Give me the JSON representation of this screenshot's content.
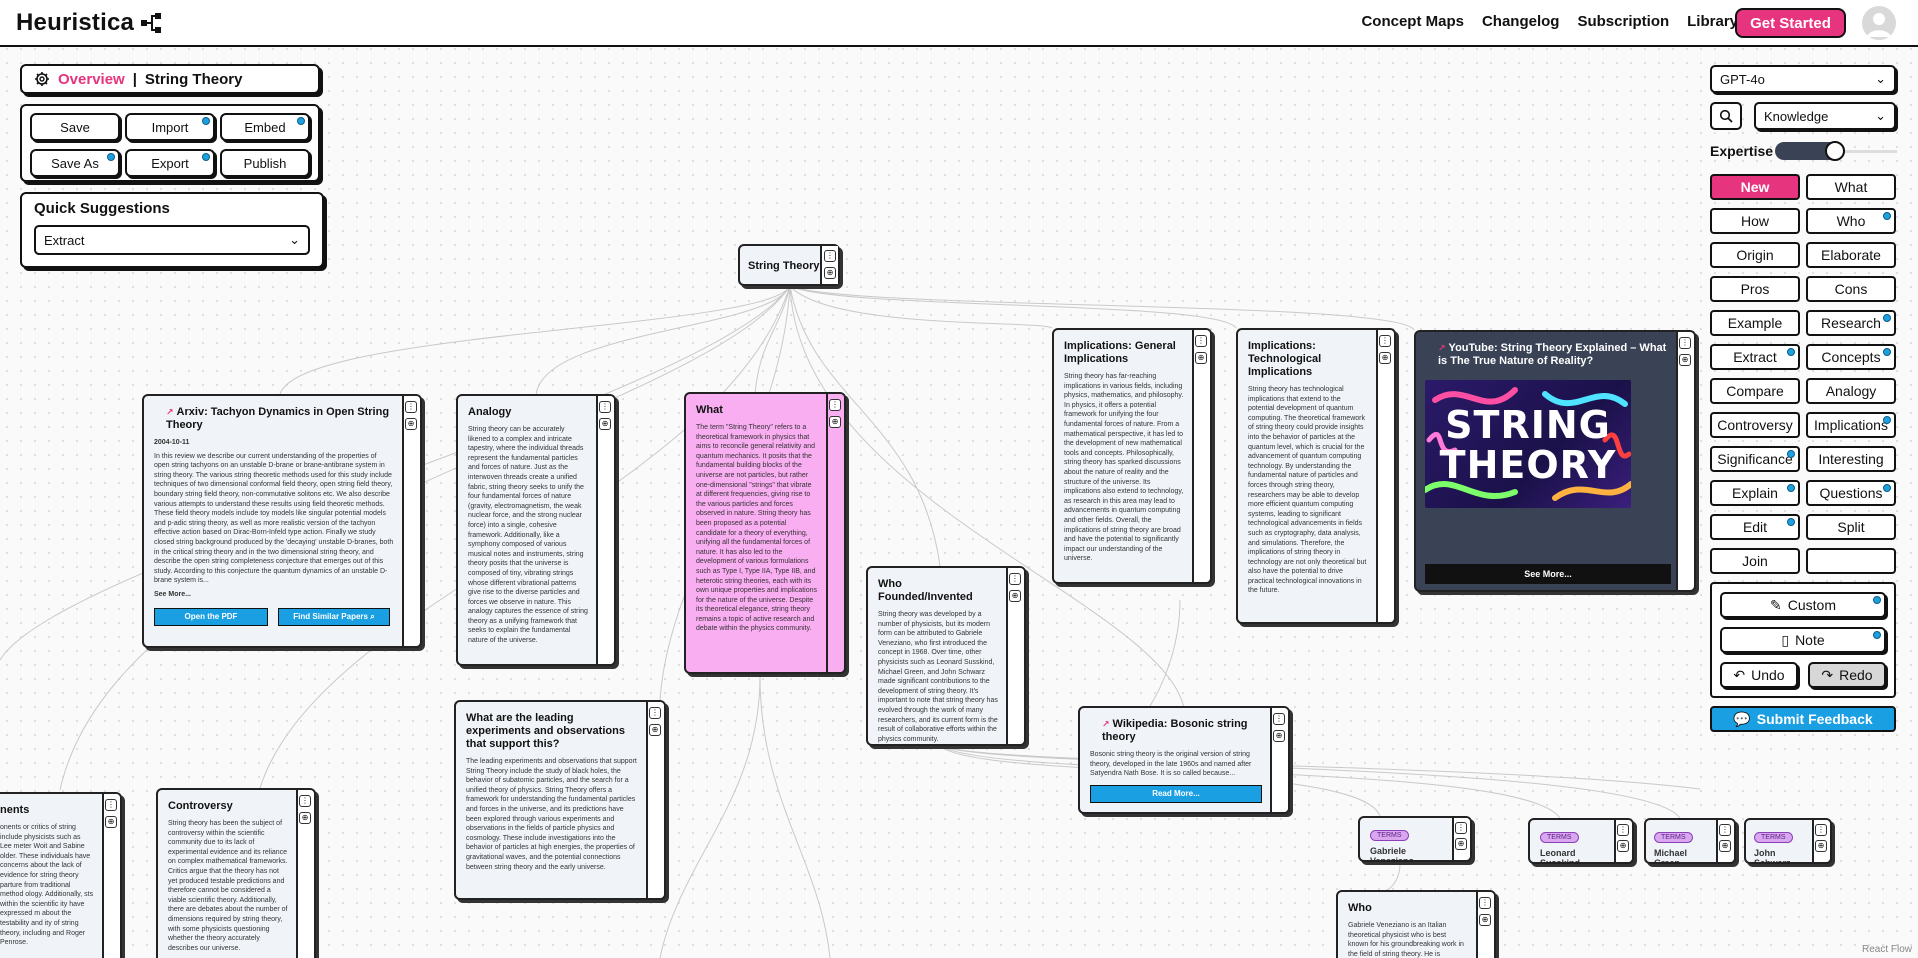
{
  "brand": "Heuristica",
  "nav": {
    "links": [
      "Concept Maps",
      "Changelog",
      "Subscription",
      "Library"
    ],
    "cta": "Get Started"
  },
  "header": {
    "overview": "Overview",
    "separator": "|",
    "topic": "String Theory"
  },
  "actions": [
    "Save",
    "Import",
    "Embed",
    "Save As",
    "Export",
    "Publish"
  ],
  "quick": {
    "title": "Quick Suggestions",
    "selected": "Extract"
  },
  "sidebar": {
    "model": "GPT-4o",
    "mode": "Knowledge",
    "expertise_label": "Expertise",
    "buttons": [
      "New",
      "What",
      "How",
      "Who",
      "Origin",
      "Elaborate",
      "Pros",
      "Cons",
      "Example",
      "Research",
      "Extract",
      "Concepts",
      "Compare",
      "Analogy",
      "Controversy",
      "Implications",
      "Significance",
      "Interesting",
      "Explain",
      "Questions",
      "Edit",
      "Split",
      "Join",
      ""
    ],
    "custom": "Custom",
    "note": "Note",
    "undo": "Undo",
    "redo": "Redo",
    "feedback": "Submit Feedback"
  },
  "nodes": {
    "root": "String Theory",
    "arxiv": {
      "title": "Arxiv: Tachyon Dynamics in Open String Theory",
      "date": "2004-10-11",
      "body": "In this review we describe our current understanding of the properties of open string tachyons on an unstable D-brane or brane-antibrane system in string theory. The various string theoretic methods used for this study include techniques of two dimensional conformal field theory, open string field theory, boundary string field theory, non-commutative solitons etc. We also describe various attempts to understand these results using field theoretic methods. These field theory models include toy models like singular potential models and p-adic string theory, as well as more realistic version of the tachyon effective action based on Dirac-Born-Infeld type action. Finally we study closed string background produced by the 'decaying' unstable D-branes, both in the critical string theory and in the two dimensional string theory, and describe the open string completeness conjecture that emerges out of this study. According to this conjecture the quantum dynamics of an unstable D-brane system is...",
      "more": "See More...",
      "btn1": "Open the PDF",
      "btn2": "Find Similar Papers"
    },
    "analogy": {
      "title": "Analogy",
      "body": "String theory can be accurately likened to a complex and intricate tapestry, where the individual threads represent the fundamental particles and forces of nature. Just as the interwoven threads create a unified fabric, string theory seeks to unify the four fundamental forces of nature (gravity, electromagnetism, the weak nuclear force, and the strong nuclear force) into a single, cohesive framework. Additionally, like a symphony composed of various musical notes and instruments, string theory posits that the universe is composed of tiny, vibrating strings whose different vibrational patterns give rise to the diverse particles and forces we observe in nature. This analogy captures the essence of string theory as a unifying framework that seeks to explain the fundamental nature of the universe."
    },
    "what": {
      "title": "What",
      "body": "The term \"String Theory\" refers to a theoretical framework in physics that aims to reconcile general relativity and quantum mechanics. It posits that the fundamental building blocks of the universe are not particles, but rather one-dimensional \"strings\" that vibrate at different frequencies, giving rise to the various particles and forces observed in nature. String theory has been proposed as a potential candidate for a theory of everything, unifying all the fundamental forces of nature. It has also led to the development of various formulations such as Type I, Type IIA, Type IIB, and heterotic string theories, each with its own unique properties and implications for the nature of the universe. Despite its theoretical elegance, string theory remains a topic of active research and debate within the physics community."
    },
    "impl_general": {
      "title": "Implications: General Implications",
      "body": "String theory has far-reaching implications in various fields, including physics, mathematics, and philosophy. In physics, it offers a potential framework for unifying the four fundamental forces of nature. From a mathematical perspective, it has led to the development of new mathematical tools and concepts. Philosophically, string theory has sparked discussions about the nature of reality and the structure of the universe. Its implications also extend to technology, as research in this area may lead to advancements in quantum computing and other fields. Overall, the implications of string theory are broad and have the potential to significantly impact our understanding of the universe."
    },
    "impl_tech": {
      "title": "Implications: Technological Implications",
      "body": "String theory has technological implications that extend to the potential development of quantum computing. The theoretical framework of string theory could provide insights into the behavior of particles at the quantum level, which is crucial for the advancement of quantum computing technology. By understanding the fundamental nature of particles and forces through string theory, researchers may be able to develop more efficient quantum computing systems, leading to significant technological advancements in fields such as cryptography, data analysis, and simulations. Therefore, the implications of string theory in technology are not only theoretical but also have the potential to drive practical technological innovations in the future."
    },
    "youtube": {
      "title": "YouTube: String Theory Explained – What is The True Nature of Reality?",
      "thumb_line1": "STRING",
      "thumb_line2": "THEORY",
      "more": "See More..."
    },
    "founded": {
      "title": "Who Founded/Invented",
      "body": "String theory was developed by a number of physicists, but its modern form can be attributed to Gabriele Veneziano, who first introduced the concept in 1968. Over time, other physicists such as Leonard Susskind, Michael Green, and John Schwarz made significant contributions to the development of string theory. It's important to note that string theory has evolved through the work of many researchers, and its current form is the result of collaborative efforts within the physics community."
    },
    "experiments": {
      "title": "What are the leading experiments and observations that support this?",
      "body": "The leading experiments and observations that support String Theory include the study of black holes, the behavior of subatomic particles, and the search for a unified theory of physics. String Theory offers a framework for understanding the fundamental particles and forces in the universe, and its predictions have been explored through various experiments and observations in the fields of particle physics and cosmology. These include investigations into the behavior of particles at high energies, the properties of gravitational waves, and the potential connections between string theory and the early universe."
    },
    "wikipedia": {
      "title": "Wikipedia: Bosonic string theory",
      "body": "Bosonic string theory is the original version of string theory, developed in the late 1960s and named after Satyendra Nath Bose. It is so called because...",
      "more": "Read More..."
    },
    "controversy": {
      "title": "Controversy",
      "body": "String theory has been the subject of controversy within the scientific community due to its lack of experimental evidence and its reliance on complex mathematical frameworks. Critics argue that the theory has not yet produced testable predictions and therefore cannot be considered a viable scientific theory. Additionally, there are debates about the number of dimensions required by string theory, with some physicists questioning whether the theory accurately describes our universe."
    },
    "opponents": {
      "title": "nents",
      "body": "onents or critics of string include physicists such as Lee meter Woit and Sabine older. These individuals have concerns about the lack of evidence for string theory parture from traditional method ology. Additionally, sts within the scientific ity have expressed m about the testability and ity of string theory, including and Roger Penrose."
    },
    "terms": [
      {
        "tag": "TERMS",
        "name": "Gabriele Veneziano"
      },
      {
        "tag": "TERMS",
        "name": "Leonard Susskind"
      },
      {
        "tag": "TERMS",
        "name": "Michael Green"
      },
      {
        "tag": "TERMS",
        "name": "John Schwarz"
      }
    ],
    "who": {
      "title": "Who",
      "body": "Gabriele Veneziano is an Italian theoretical physicist who is best known for his groundbreaking work in the field of string theory. He is"
    }
  },
  "footer": "React Flow"
}
